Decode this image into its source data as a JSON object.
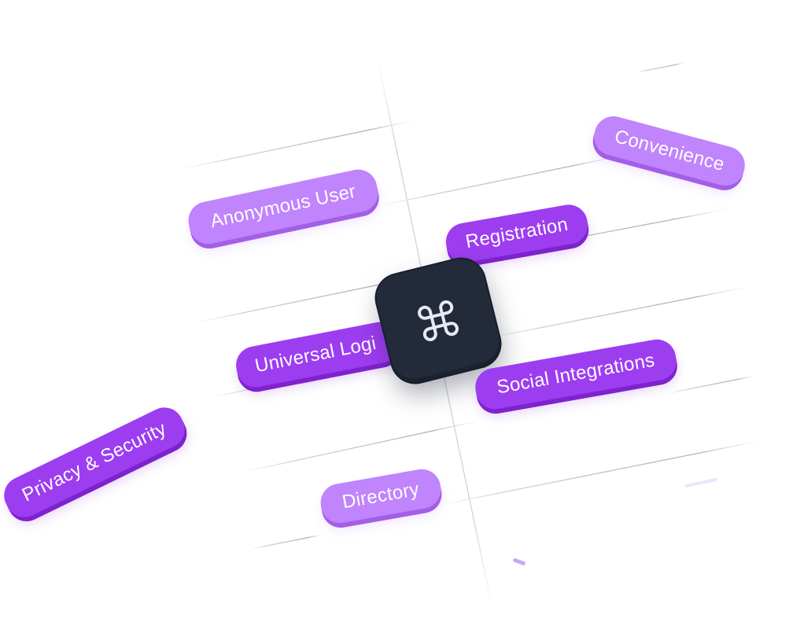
{
  "tags": [
    {
      "id": "convenience",
      "label": "Convenience",
      "tone": "light"
    },
    {
      "id": "anonymous-user",
      "label": "Anonymous User",
      "tone": "light"
    },
    {
      "id": "registration",
      "label": "Registration",
      "tone": "dark"
    },
    {
      "id": "universal-login",
      "label": "Universal Logi",
      "tone": "dark"
    },
    {
      "id": "social-integrations",
      "label": "Social Integrations",
      "tone": "dark"
    },
    {
      "id": "privacy-security",
      "label": "Privacy & Security",
      "tone": "dark"
    },
    {
      "id": "directory",
      "label": "Directory",
      "tone": "light"
    }
  ],
  "center_icon": {
    "name": "command-icon",
    "color": "#232b3b"
  },
  "colors": {
    "tag_dark": "#9d3df0",
    "tag_light": "#c084fc",
    "grid_line": "#d5d8de"
  }
}
